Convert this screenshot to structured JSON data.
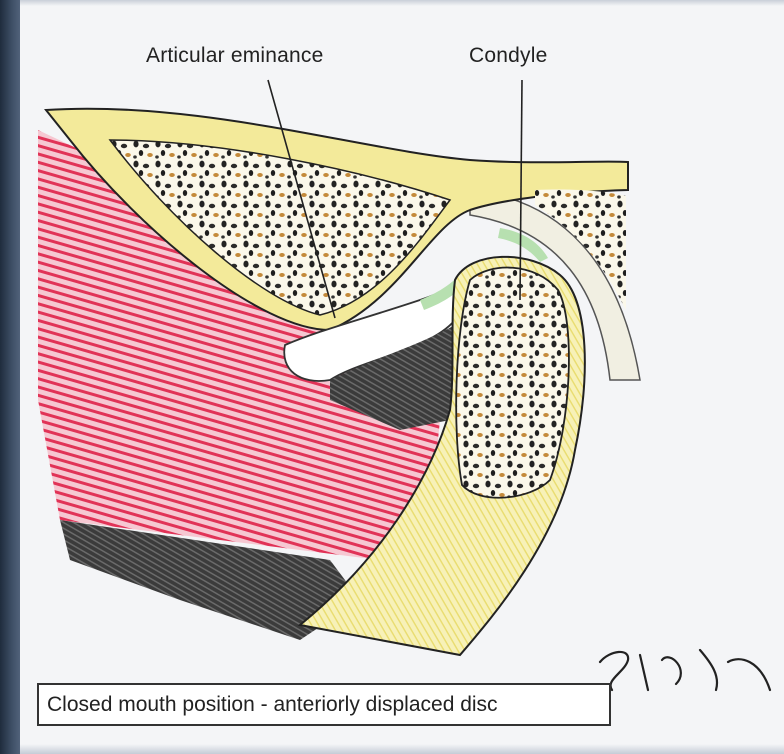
{
  "labels": {
    "articular_eminence": "Articular eminance",
    "condyle": "Condyle"
  },
  "caption": "Closed mouth position - anteriorly displaced disc",
  "colors": {
    "muscle": "#e2305a",
    "bone_yellow": "#f3ea9a",
    "marrow": "#2a2a2a",
    "disc": "#ffffff",
    "shadow": "#3a3a3a",
    "cartilage_green": "#b7e0b0"
  }
}
